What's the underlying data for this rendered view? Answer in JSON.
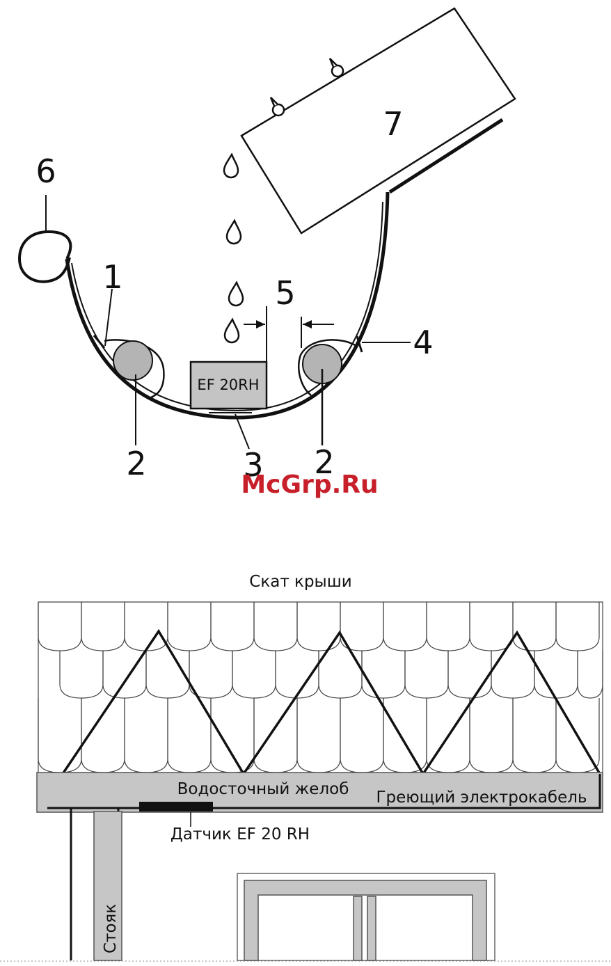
{
  "top_diagram": {
    "callouts": [
      "1",
      "2",
      "3",
      "2",
      "4",
      "5",
      "6",
      "7"
    ],
    "sensor_label": "EF 20RH"
  },
  "watermark": "McGrp.Ru",
  "bottom_diagram": {
    "roof_label": "Скат крыши",
    "gutter_label": "Водосточный желоб",
    "cable_label": "Греющий электрокабель",
    "sensor_label": "Датчик EF 20 RH",
    "downpipe_label": "Стояк"
  }
}
